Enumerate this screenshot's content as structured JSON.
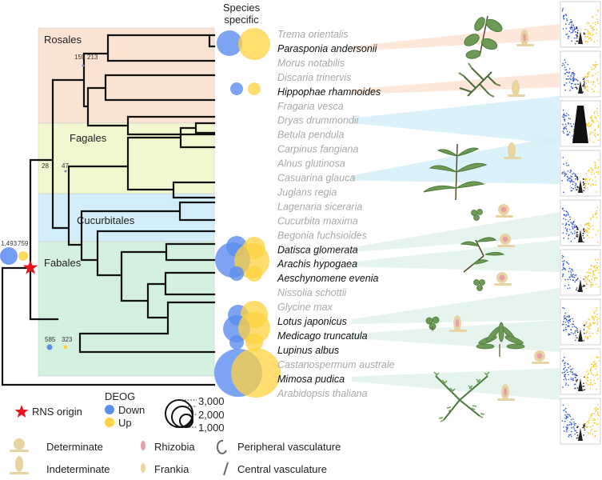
{
  "header": {
    "species_specific_line1": "Species",
    "species_specific_line2": "specific"
  },
  "clades": [
    {
      "key": "rosales",
      "label": "Rosales",
      "color": "#fbe3d4"
    },
    {
      "key": "fagales",
      "label": "Fagales",
      "color": "#f3f7cf"
    },
    {
      "key": "cucurbitales",
      "label": "Cucurbitales",
      "color": "#d3eef8"
    },
    {
      "key": "fabales",
      "label": "Fabales",
      "color": "#d4f1df"
    }
  ],
  "species": [
    {
      "name": "Trema orientalis",
      "nodulating": false
    },
    {
      "name": "Parasponia andersonii",
      "nodulating": true
    },
    {
      "name": "Morus notabilis",
      "nodulating": false
    },
    {
      "name": "Discaria trinervis",
      "nodulating": false
    },
    {
      "name": "Hippophae rhamnoides",
      "nodulating": true
    },
    {
      "name": "Fragaria vesca",
      "nodulating": false
    },
    {
      "name": "Dryas drummondii",
      "nodulating": false
    },
    {
      "name": "Betula pendula",
      "nodulating": false
    },
    {
      "name": "Carpinus fangiana",
      "nodulating": false
    },
    {
      "name": "Alnus glutinosa",
      "nodulating": false
    },
    {
      "name": "Casuarina glauca",
      "nodulating": false
    },
    {
      "name": "Juglans regia",
      "nodulating": false
    },
    {
      "name": "Lagenaria siceraria",
      "nodulating": false
    },
    {
      "name": "Cucurbita maxima",
      "nodulating": false
    },
    {
      "name": "Begonia fuchsioides",
      "nodulating": false
    },
    {
      "name": "Datisca glomerata",
      "nodulating": true
    },
    {
      "name": "Arachis hypogaea",
      "nodulating": true
    },
    {
      "name": "Aeschynomene evenia",
      "nodulating": true
    },
    {
      "name": "Nissolia schottii",
      "nodulating": false
    },
    {
      "name": "Glycine max",
      "nodulating": false
    },
    {
      "name": "Lotus japonicus",
      "nodulating": true
    },
    {
      "name": "Medicago truncatula",
      "nodulating": true
    },
    {
      "name": "Lupinus albus",
      "nodulating": true
    },
    {
      "name": "Castanospermum australe",
      "nodulating": false
    },
    {
      "name": "Mimosa pudica",
      "nodulating": true
    },
    {
      "name": "Arabidopsis thaliana",
      "nodulating": false
    }
  ],
  "node_counts": {
    "root_down": "1,493",
    "root_up": "759",
    "rosales_down": "159",
    "rosales_up": "213",
    "fagales_down": "28",
    "fagales_up": "47",
    "fabales_down": "585",
    "fabales_up": "323"
  },
  "legend": {
    "rns_origin": "RNS origin",
    "deog_title": "DEOG",
    "down": "Down",
    "up": "Up",
    "size_3000": "3,000",
    "size_2000": "2,000",
    "size_1000": "1,000",
    "determinate": "Determinate",
    "indeterminate": "Indeterminate",
    "rhizobia": "Rhizobia",
    "frankia": "Frankia",
    "peripheral": "Peripheral vasculature",
    "central": "Central vasculature"
  },
  "colors": {
    "down": "#5b8def",
    "up": "#ffd23f",
    "star": "#e8141c",
    "rhizobia": "#e8a0a8",
    "frankia": "#f0d49a",
    "nodule_base": "#e8d3a2",
    "plant": "#5f8c4a",
    "ray": "#e1f3ea"
  }
}
